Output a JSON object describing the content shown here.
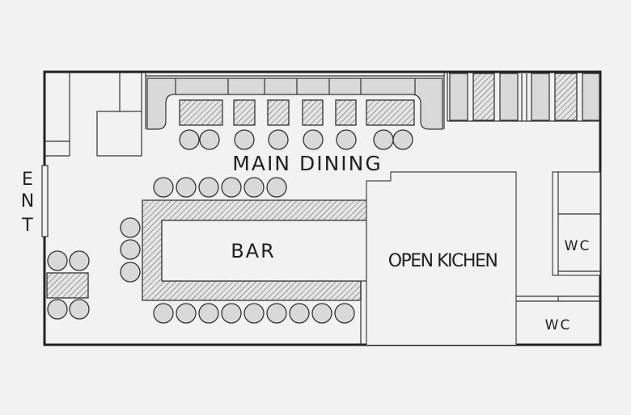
{
  "floor_plan": {
    "labels": {
      "main_dining": "MAIN DINING",
      "bar": "BAR",
      "open_kitchen": "OPEN KICHEN",
      "wc_upper": "WC",
      "wc_lower": "WC",
      "entrance": [
        "E",
        "N",
        "T"
      ]
    },
    "colors": {
      "background": "#f2f2f2",
      "furniture": "#d9d9d9",
      "lines": "#222222"
    }
  }
}
